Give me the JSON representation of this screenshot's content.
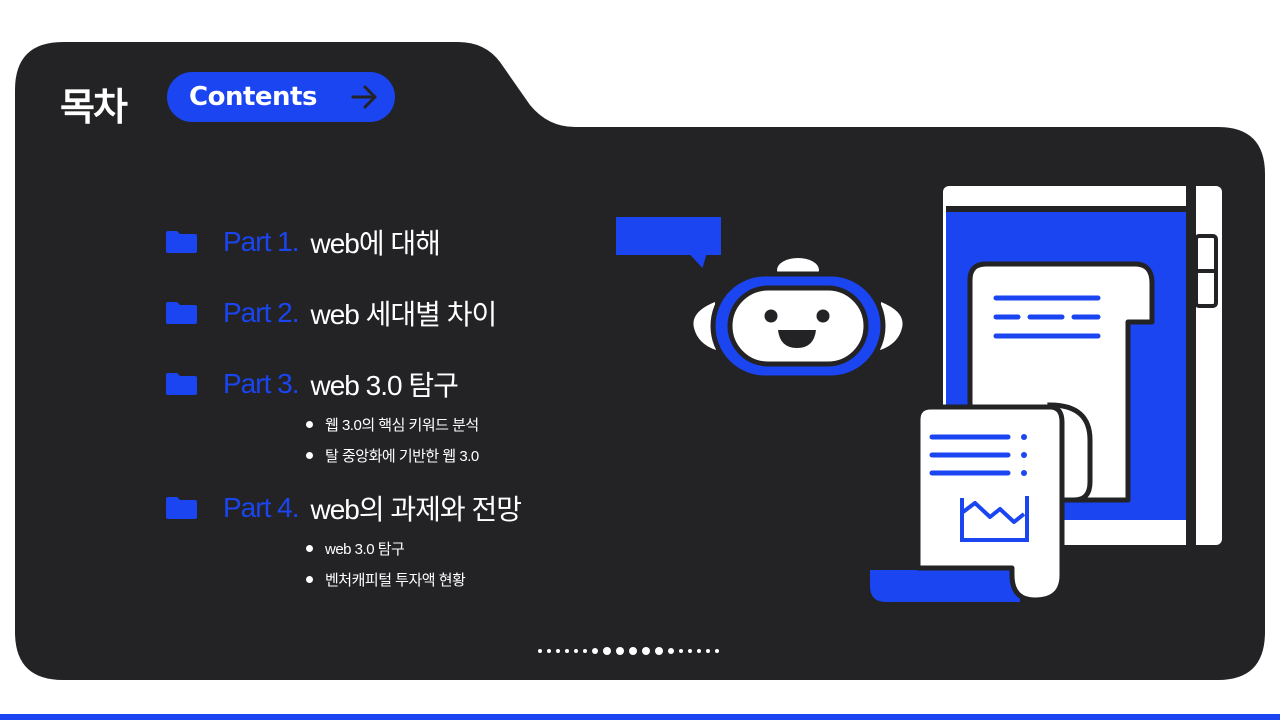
{
  "header": {
    "title": "목차",
    "contents_button": {
      "label": "Contents",
      "icon": "arrow-right-icon"
    }
  },
  "parts": [
    {
      "number": "Part 1.",
      "title": "web에 대해",
      "icon": "folder-icon",
      "subitems": []
    },
    {
      "number": "Part 2.",
      "title": "web 세대별 차이",
      "icon": "folder-icon",
      "subitems": []
    },
    {
      "number": "Part 3.",
      "title": "web 3.0 탐구",
      "icon": "folder-icon",
      "subitems": [
        "웹 3.0의 핵심 키워드 분석",
        "탈 중앙화에 기반한 웹 3.0"
      ]
    },
    {
      "number": "Part 4.",
      "title": "web의 과제와 전망",
      "icon": "folder-icon",
      "subitems": [
        "web 3.0 탐구",
        "벤처캐피털 투자액 현황"
      ]
    }
  ],
  "illustration": {
    "icons": [
      "robot-icon",
      "speech-bubble-icon",
      "document-scroll-icon",
      "receipt-chart-icon"
    ]
  },
  "pager": {
    "dot_count": 18,
    "active_range": [
      7,
      11
    ]
  },
  "colors": {
    "accent": "#1a45f0",
    "panel": "#232325",
    "text": "#ffffff"
  }
}
